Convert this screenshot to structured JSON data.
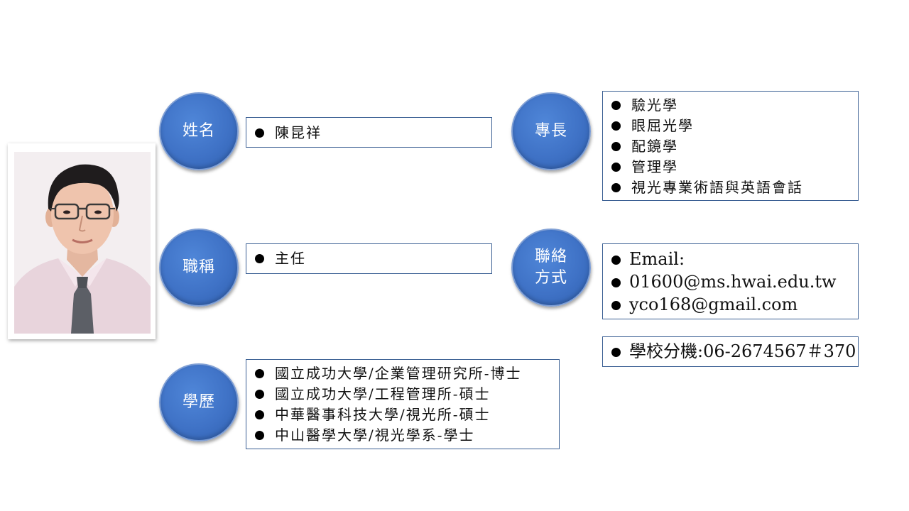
{
  "labels": {
    "name": "姓名",
    "title": "職稱",
    "education": "學歷",
    "specialty": "專長",
    "contact_line1": "聯絡",
    "contact_line2": "方式"
  },
  "name_value": "陳昆祥",
  "title_value": "主任",
  "education_items": [
    "國立成功大學/企業管理研究所-博士",
    "國立成功大學/工程管理所-碩士",
    "中華醫事科技大學/視光所-碩士",
    "中山醫學大學/視光學系-學士"
  ],
  "specialty_items": [
    "驗光學",
    "眼屈光學",
    "配鏡學",
    "管理學",
    "視光專業術語與英語會話"
  ],
  "contact_items": [
    "Email:",
    "01600@ms.hwai.edu.tw",
    "yco168@gmail.com"
  ],
  "extension": "學校分機:06-2674567＃370",
  "colors": {
    "circle_fill": "#3f72c6",
    "box_border": "#3a5f93"
  }
}
